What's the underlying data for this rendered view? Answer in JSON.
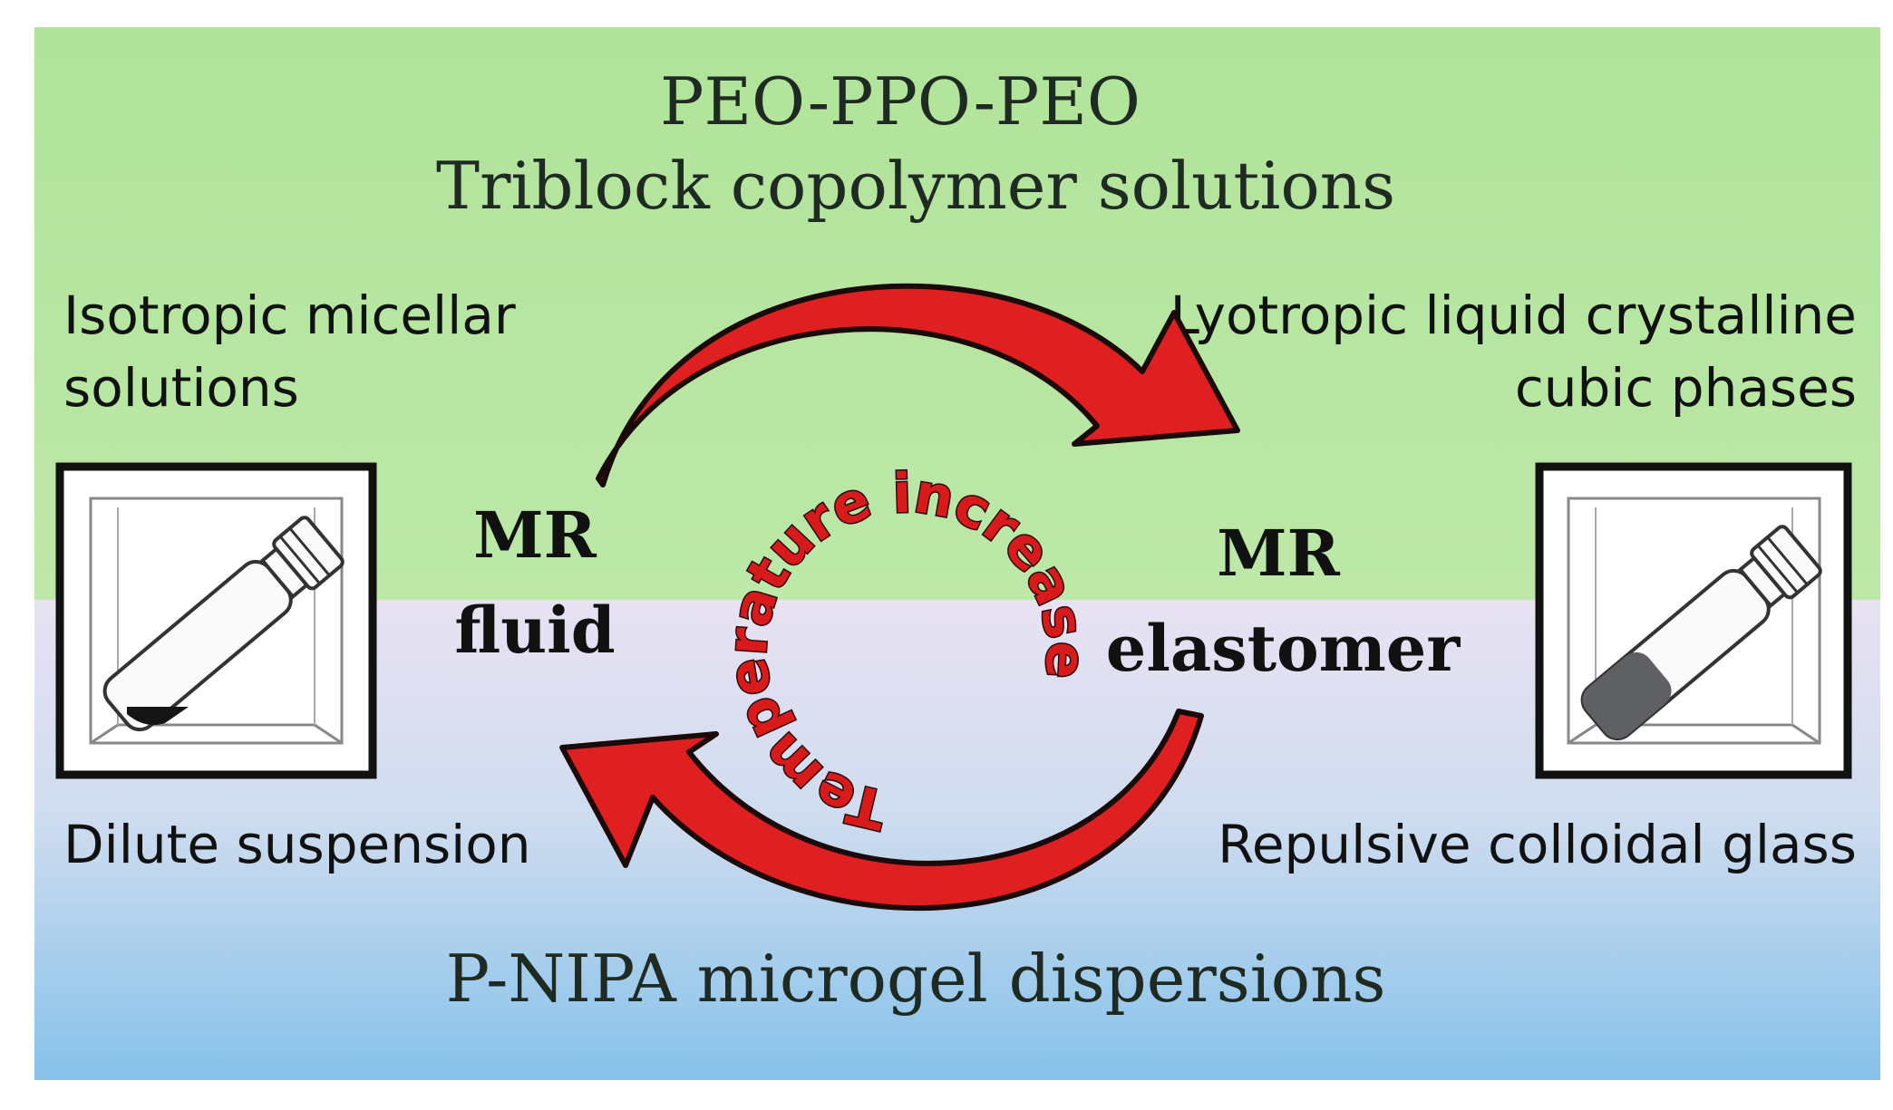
{
  "top": {
    "title_line1": "PEO-PPO-PEO",
    "title_line2": "Triblock copolymer solutions",
    "left_line1": "Isotropic micellar",
    "left_line2": "solutions",
    "right_line1": "Lyotropic liquid crystalline",
    "right_line2": "cubic phases"
  },
  "center": {
    "left_state_line1": "MR",
    "left_state_line2": "fluid",
    "right_state_line1": "MR",
    "right_state_line2": "elastomer",
    "cycle_text": "Temperature increase"
  },
  "bottom": {
    "left_label": "Dilute suspension",
    "right_label": "Repulsive colloidal glass",
    "title": "P-NIPA microgel dispersions"
  },
  "colors": {
    "top_band": "#b5e6a0",
    "bottom_band_top": "#e8e2f2",
    "bottom_band_bottom": "#86c2ea",
    "arrow_fill": "#e02020",
    "arrow_outline": "#1a0a0a",
    "vial_fill_left": "#151515",
    "vial_fill_right": "#5f6063"
  },
  "icons": {
    "left_vial": "vial-with-dilute-liquid-icon",
    "right_vial": "vial-with-gel-icon"
  }
}
